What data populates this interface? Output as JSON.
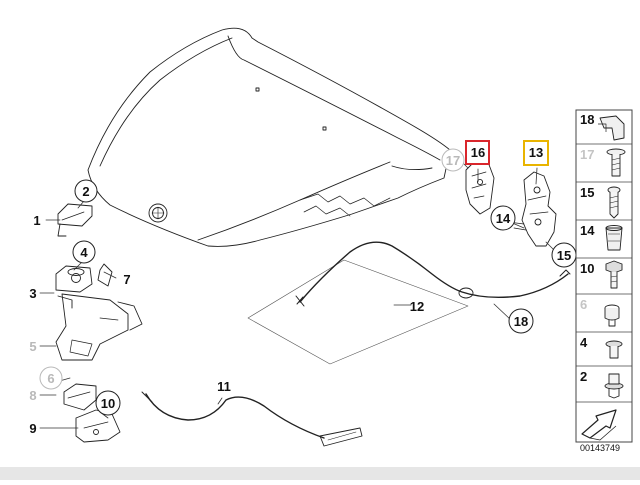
{
  "diagram": {
    "code": "00143749",
    "callouts": {
      "c1": "1",
      "c2": "2",
      "c3": "3",
      "c4": "4",
      "c5": "5",
      "c6": "6",
      "c7": "7",
      "c8": "8",
      "c9": "9",
      "c10": "10",
      "c11": "11",
      "c12": "12",
      "c13": "13",
      "c14": "14",
      "c15": "15",
      "c16": "16",
      "c17": "17",
      "c18": "18"
    },
    "highlight": {
      "red": "#d9262c",
      "yellow": "#e9b400"
    },
    "parts_column": [
      {
        "label": "18",
        "icon": "bracket-clip-icon",
        "muted": false
      },
      {
        "label": "17",
        "icon": "screw-washer-icon",
        "muted": true
      },
      {
        "label": "15",
        "icon": "screw-icon",
        "muted": false
      },
      {
        "label": "14",
        "icon": "expanding-nut-icon",
        "muted": false
      },
      {
        "label": "10",
        "icon": "hex-bolt-icon",
        "muted": false
      },
      {
        "label": "6",
        "icon": "rubber-buffer-icon",
        "muted": true
      },
      {
        "label": "4",
        "icon": "plastic-rivet-icon",
        "muted": false
      },
      {
        "label": "2",
        "icon": "push-clip-icon",
        "muted": false
      },
      {
        "label": "",
        "icon": "arrow-direction-icon",
        "muted": false
      }
    ]
  }
}
